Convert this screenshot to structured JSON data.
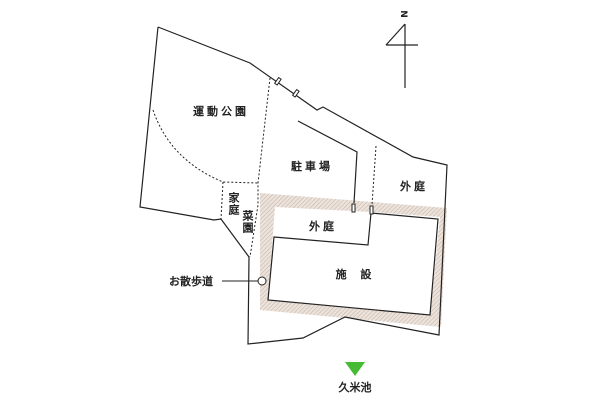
{
  "compass": {
    "north_label": "N"
  },
  "areas": {
    "sports_park": "運動公園",
    "parking": "駐車場",
    "outer_garden_east": "外庭",
    "home_garden": "家庭",
    "vegetable_garden": "菜園",
    "outer_garden_inner": "外庭",
    "facility": "施 設"
  },
  "walking_path_label": "お散歩道",
  "pond_label": "久米池",
  "colors": {
    "line": "#222222",
    "hatch": "#d9cdc3",
    "pond_marker": "#44bb33"
  }
}
